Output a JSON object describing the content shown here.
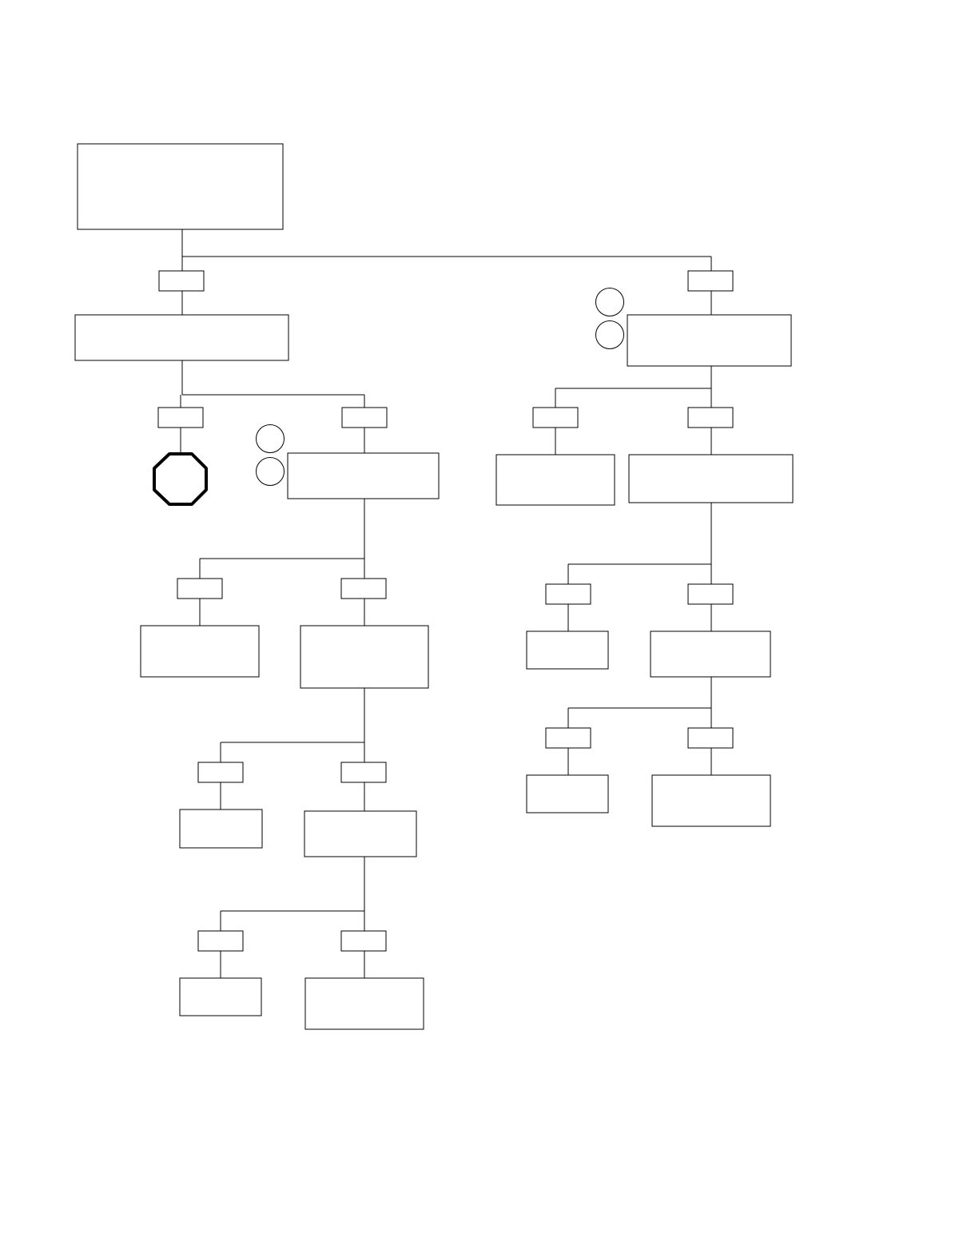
{
  "diagram": {
    "type": "decision-flowchart",
    "nodes": [
      {
        "name": "root-box",
        "text": ""
      },
      {
        "name": "level1-left-box",
        "text": ""
      },
      {
        "name": "level1-right-box",
        "text": ""
      },
      {
        "name": "level2-middle-box",
        "text": ""
      },
      {
        "name": "level2-right-small-box",
        "text": ""
      },
      {
        "name": "level2-right-box",
        "text": ""
      },
      {
        "name": "level3-left-box",
        "text": ""
      },
      {
        "name": "level3-middle-box",
        "text": ""
      },
      {
        "name": "level4-left-box",
        "text": ""
      },
      {
        "name": "level4-middle-box",
        "text": ""
      },
      {
        "name": "level5-left-box",
        "text": ""
      },
      {
        "name": "level5-middle-box",
        "text": ""
      },
      {
        "name": "right-level3-left-box",
        "text": ""
      },
      {
        "name": "right-level3-right-box",
        "text": ""
      },
      {
        "name": "right-level4-left-box",
        "text": ""
      },
      {
        "name": "right-level4-right-box",
        "text": ""
      }
    ],
    "branch_labels": [
      {
        "name": "branch-label-root-left",
        "text": ""
      },
      {
        "name": "branch-label-root-right",
        "text": ""
      },
      {
        "name": "branch-label-l1-left",
        "text": ""
      },
      {
        "name": "branch-label-l1-right",
        "text": ""
      },
      {
        "name": "branch-label-r1-left",
        "text": ""
      },
      {
        "name": "branch-label-r1-right",
        "text": ""
      },
      {
        "name": "branch-label-l2-left",
        "text": ""
      },
      {
        "name": "branch-label-l2-right",
        "text": ""
      },
      {
        "name": "branch-label-l3-left",
        "text": ""
      },
      {
        "name": "branch-label-l3-right",
        "text": ""
      },
      {
        "name": "branch-label-l4-left",
        "text": ""
      },
      {
        "name": "branch-label-l4-right",
        "text": ""
      },
      {
        "name": "branch-label-r2-left",
        "text": ""
      },
      {
        "name": "branch-label-r2-right",
        "text": ""
      },
      {
        "name": "branch-label-r3-left",
        "text": ""
      },
      {
        "name": "branch-label-r3-right",
        "text": ""
      }
    ],
    "markers": [
      {
        "name": "marker-circle-right-upper",
        "text": ""
      },
      {
        "name": "marker-circle-right-lower",
        "text": ""
      },
      {
        "name": "marker-circle-middle-upper",
        "text": ""
      },
      {
        "name": "marker-circle-middle-lower",
        "text": ""
      }
    ],
    "terminal": {
      "name": "stop-octagon",
      "symbol": "octagon",
      "text": ""
    }
  }
}
